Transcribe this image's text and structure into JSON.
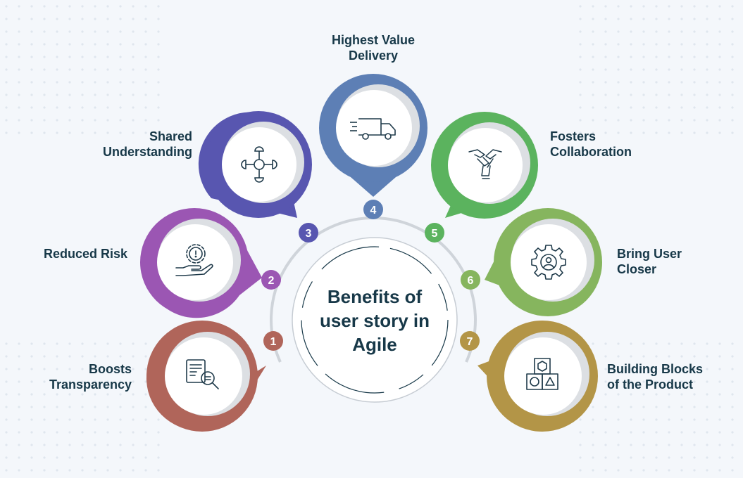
{
  "title": [
    "Benefits of",
    "user story in",
    "Agile"
  ],
  "items": [
    {
      "num": "1",
      "label": [
        "Boosts",
        "Transparency"
      ],
      "color": "#b0655a",
      "icon": "document-search-icon"
    },
    {
      "num": "2",
      "label": [
        "Reduced Risk"
      ],
      "color": "#9b56b3",
      "icon": "risk-hand-gear-icon"
    },
    {
      "num": "3",
      "label": [
        "Shared",
        "Understanding"
      ],
      "color": "#5856b0",
      "icon": "network-nodes-icon"
    },
    {
      "num": "4",
      "label": [
        "Highest Value",
        "Delivery"
      ],
      "color": "#5d7fb5",
      "icon": "delivery-truck-icon"
    },
    {
      "num": "5",
      "label": [
        "Fosters",
        "Collaboration"
      ],
      "color": "#5bb35e",
      "icon": "stacked-hands-icon"
    },
    {
      "num": "6",
      "label": [
        "Bring User",
        "Closer"
      ],
      "color": "#86b55e",
      "icon": "user-gear-icon"
    },
    {
      "num": "7",
      "label": [
        "Building Blocks",
        "of the Product"
      ],
      "color": "#b39547",
      "icon": "building-blocks-icon"
    }
  ]
}
